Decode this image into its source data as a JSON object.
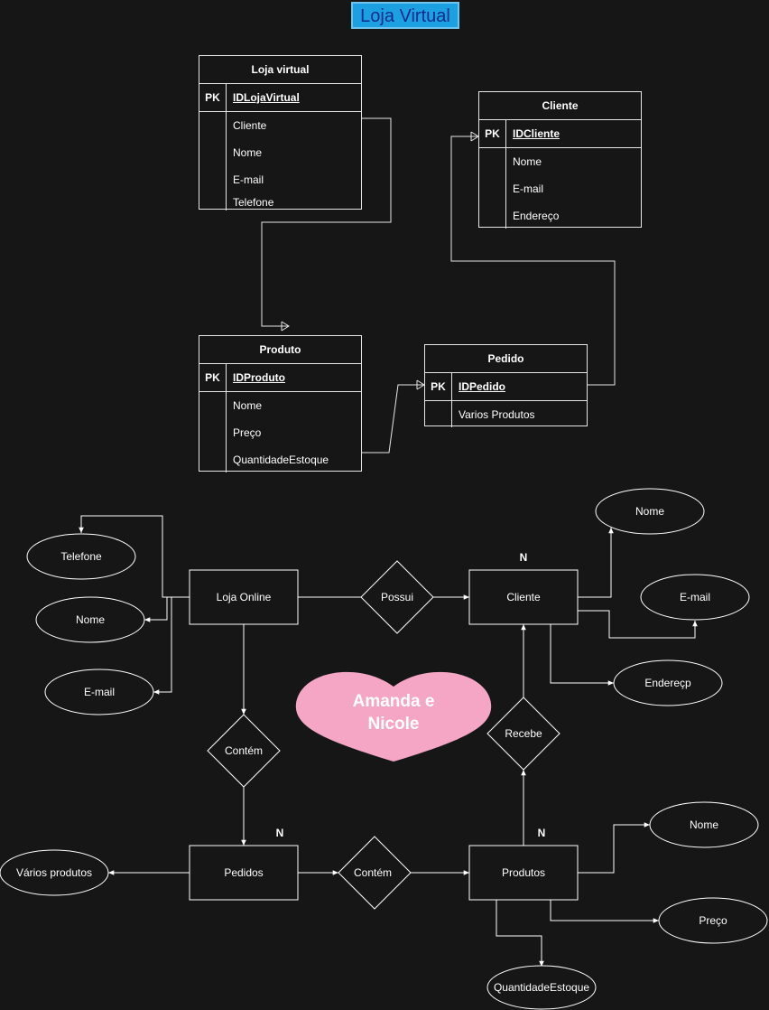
{
  "title": "Loja Virtual",
  "logical": {
    "loja": {
      "name": "Loja virtual",
      "pk_label": "PK",
      "pk": "IDLojaVirtual",
      "attrs": [
        "Cliente",
        "Nome",
        "E-mail",
        "Telefone"
      ]
    },
    "cliente": {
      "name": "Cliente",
      "pk_label": "PK",
      "pk": "IDCliente",
      "attrs": [
        "Nome",
        "E-mail",
        "Endereço"
      ]
    },
    "produto": {
      "name": "Produto",
      "pk_label": "PK",
      "pk": "IDProduto",
      "attrs": [
        "Nome",
        "Preço",
        "QuantidadeEstoque"
      ]
    },
    "pedido": {
      "name": "Pedido",
      "pk_label": "PK",
      "pk": "IDPedido",
      "attrs": [
        "Varios Produtos"
      ]
    }
  },
  "conceptual": {
    "entities": {
      "loja_online": "Loja Online",
      "cliente": "Cliente",
      "pedidos": "Pedidos",
      "produtos": "Produtos"
    },
    "relationships": {
      "possui": "Possui",
      "contem_top": "Contém",
      "contem_bottom": "Contém",
      "recebe": "Recebe"
    },
    "attributes": {
      "loja_telefone": "Telefone",
      "loja_nome": "Nome",
      "loja_email": "E-mail",
      "cliente_nome": "Nome",
      "cliente_email": "E-mail",
      "cliente_endereco": "Endereçp",
      "pedidos_varios": "Vários produtos",
      "produtos_nome": "Nome",
      "produtos_preco": "Preço",
      "produtos_qtd": "QuantidadeEstoque"
    },
    "cardinalities": {
      "cliente": "N",
      "pedidos": "N",
      "produtos": "N"
    }
  },
  "heart": {
    "text_line1": "Amanda e",
    "text_line2": "Nicole",
    "color": "#f4a6c4"
  },
  "colors": {
    "background": "#161616",
    "line": "#ffffff",
    "title_fill": "#1ba1e2",
    "title_text": "#0b2b8a"
  }
}
